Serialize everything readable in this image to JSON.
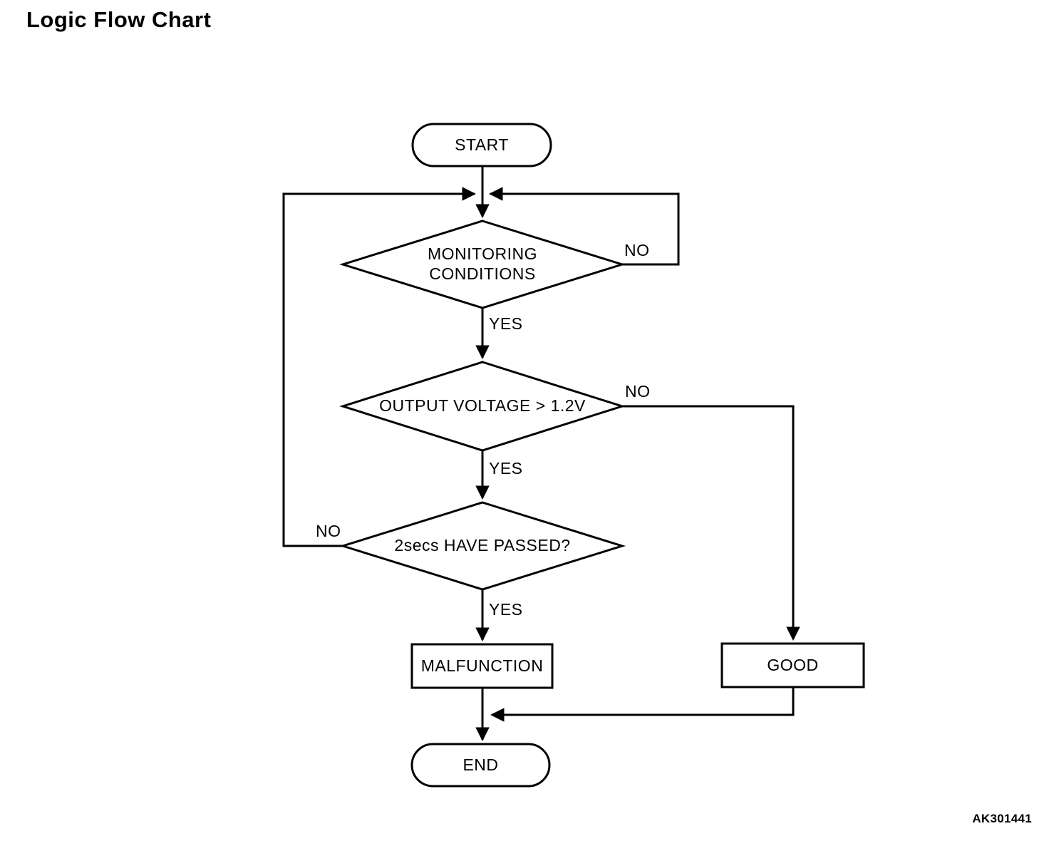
{
  "title": "Logic Flow Chart",
  "figure_code": "AK301441",
  "nodes": {
    "start": {
      "type": "terminator",
      "label": "START"
    },
    "monitoring": {
      "type": "decision",
      "label": "MONITORING\nCONDITIONS"
    },
    "voltage": {
      "type": "decision",
      "label": "OUTPUT VOLTAGE > 1.2V"
    },
    "passed": {
      "type": "decision",
      "label": "2secs HAVE PASSED?"
    },
    "malfunction": {
      "type": "process",
      "label": "MALFUNCTION"
    },
    "good": {
      "type": "process",
      "label": "GOOD"
    },
    "end": {
      "type": "terminator",
      "label": "END"
    }
  },
  "edge_labels": {
    "monitoring_no": "NO",
    "monitoring_yes": "YES",
    "voltage_no": "NO",
    "voltage_yes": "YES",
    "passed_no": "NO",
    "passed_yes": "YES"
  },
  "colors": {
    "line": "#000000",
    "fill": "#ffffff",
    "text": "#000000",
    "background": "#ffffff"
  }
}
